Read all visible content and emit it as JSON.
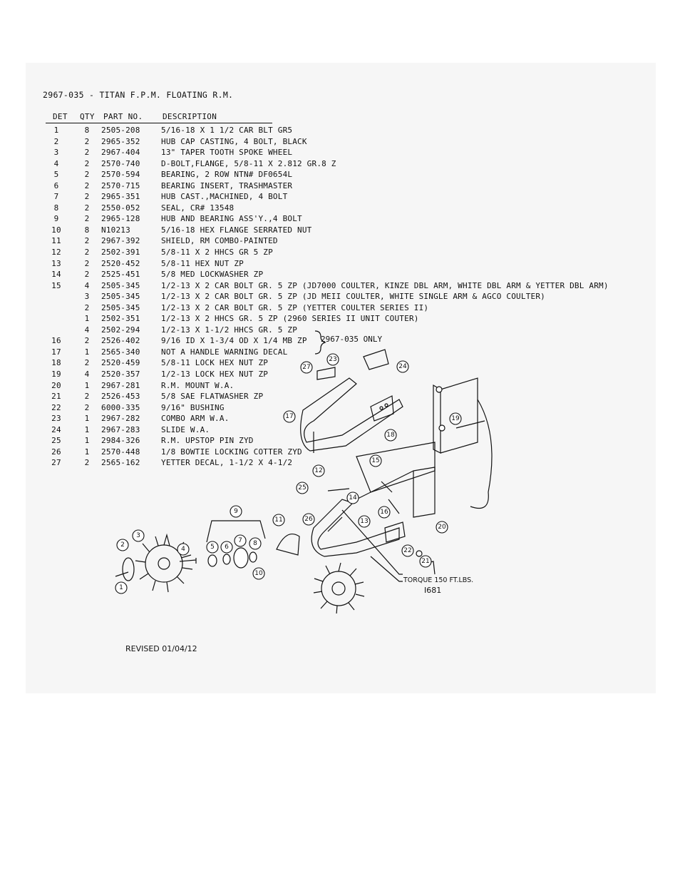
{
  "title": "2967-035 - TITAN F.P.M. FLOATING R.M.",
  "columns": {
    "det": "DET",
    "qty": "QTY",
    "part": "PART NO.",
    "desc": "DESCRIPTION"
  },
  "parts": [
    {
      "det": "1",
      "qty": "8",
      "part": "2505-208",
      "desc": "5/16-18 X 1 1/2 CAR BLT GR5"
    },
    {
      "det": "2",
      "qty": "2",
      "part": "2965-352",
      "desc": "HUB CAP CASTING, 4 BOLT, BLACK"
    },
    {
      "det": "3",
      "qty": "2",
      "part": "2967-404",
      "desc": "13\" TAPER TOOTH SPOKE WHEEL"
    },
    {
      "det": "4",
      "qty": "2",
      "part": "2570-740",
      "desc": "D-BOLT,FLANGE, 5/8-11 X 2.812 GR.8 Z"
    },
    {
      "det": "5",
      "qty": "2",
      "part": "2570-594",
      "desc": "BEARING, 2 ROW NTN# DF0654L"
    },
    {
      "det": "6",
      "qty": "2",
      "part": "2570-715",
      "desc": "BEARING INSERT, TRASHMASTER"
    },
    {
      "det": "7",
      "qty": "2",
      "part": "2965-351",
      "desc": "HUB CAST.,MACHINED, 4 BOLT"
    },
    {
      "det": "8",
      "qty": "2",
      "part": "2550-052",
      "desc": "SEAL, CR# 13548"
    },
    {
      "det": "9",
      "qty": "2",
      "part": "2965-128",
      "desc": "HUB AND BEARING ASS'Y.,4 BOLT"
    },
    {
      "det": "10",
      "qty": "8",
      "part": "N10213",
      "desc": "5/16-18 HEX FLANGE SERRATED NUT"
    },
    {
      "det": "11",
      "qty": "2",
      "part": "2967-392",
      "desc": "SHIELD, RM COMBO-PAINTED"
    },
    {
      "det": "12",
      "qty": "2",
      "part": "2502-391",
      "desc": "5/8-11 X 2 HHCS GR 5 ZP"
    },
    {
      "det": "13",
      "qty": "2",
      "part": "2520-452",
      "desc": "5/8-11 HEX NUT ZP"
    },
    {
      "det": "14",
      "qty": "2",
      "part": "2525-451",
      "desc": "5/8 MED LOCKWASHER ZP"
    },
    {
      "det": "15",
      "qty": "4",
      "part": "2505-345",
      "desc": "1/2-13 X 2 CAR BOLT GR. 5 ZP (JD7000 COULTER, KINZE DBL ARM, WHITE DBL ARM & YETTER DBL ARM)"
    },
    {
      "det": "",
      "qty": "3",
      "part": "2505-345",
      "desc": "1/2-13 X 2 CAR BOLT GR. 5 ZP (JD MEII COULTER, WHITE SINGLE ARM & AGCO COULTER)"
    },
    {
      "det": "",
      "qty": "2",
      "part": "2505-345",
      "desc": "1/2-13 X 2 CAR BOLT GR. 5 ZP (YETTER COULTER SERIES II)"
    },
    {
      "det": "",
      "qty": "1",
      "part": "2502-351",
      "desc": "1/2-13 X 2 HHCS GR. 5 ZP (2960 SERIES II UNIT COUTER)"
    },
    {
      "det": "",
      "qty": "4",
      "part": "2502-294",
      "desc": "1/2-13 X 1-1/2 HHCS GR. 5 ZP"
    },
    {
      "det": "16",
      "qty": "2",
      "part": "2526-402",
      "desc": "9/16 ID X 1-3/4 OD X 1/4 MB ZP"
    },
    {
      "det": "17",
      "qty": "1",
      "part": "2565-340",
      "desc": "NOT A HANDLE WARNING DECAL"
    },
    {
      "det": "18",
      "qty": "2",
      "part": "2520-459",
      "desc": "5/8-11 LOCK HEX NUT  ZP"
    },
    {
      "det": "19",
      "qty": "4",
      "part": "2520-357",
      "desc": "1/2-13 LOCK HEX NUT  ZP"
    },
    {
      "det": "20",
      "qty": "1",
      "part": "2967-281",
      "desc": "R.M. MOUNT W.A."
    },
    {
      "det": "21",
      "qty": "2",
      "part": "2526-453",
      "desc": "5/8 SAE FLATWASHER  ZP"
    },
    {
      "det": "22",
      "qty": "2",
      "part": "6000-335",
      "desc": "9/16\" BUSHING"
    },
    {
      "det": "23",
      "qty": "1",
      "part": "2967-282",
      "desc": "COMBO ARM W.A."
    },
    {
      "det": "24",
      "qty": "1",
      "part": "2967-283",
      "desc": "SLIDE W.A."
    },
    {
      "det": "25",
      "qty": "1",
      "part": "2984-326",
      "desc": "R.M. UPSTOP PIN ZYD"
    },
    {
      "det": "26",
      "qty": "1",
      "part": "2570-448",
      "desc": "1/8 BOWTIE LOCKING COTTER ZYD"
    },
    {
      "det": "27",
      "qty": "2",
      "part": "2565-162",
      "desc": "YETTER DECAL, 1-1/2 X 4-1/2"
    }
  ],
  "brace_note": "2967-035 ONLY",
  "torque_note": "TORQUE 150 FT.LBS.",
  "drawing_id": "I681",
  "callouts": [
    "1",
    "2",
    "3",
    "4",
    "5",
    "6",
    "7",
    "8",
    "9",
    "10",
    "11",
    "12",
    "13",
    "14",
    "15",
    "16",
    "17",
    "18",
    "19",
    "20",
    "21",
    "22",
    "23",
    "24",
    "25",
    "26",
    "27"
  ],
  "revised": "REVISED 01/04/12"
}
